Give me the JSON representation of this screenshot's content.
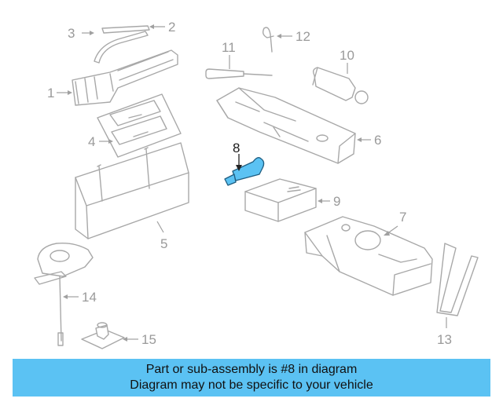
{
  "diagram": {
    "highlight_color": "#5bc2f3",
    "labels": {
      "p1": "1",
      "p2": "2",
      "p3": "3",
      "p4": "4",
      "p5": "5",
      "p6": "6",
      "p7": "7",
      "p8": "8",
      "p9": "9",
      "p10": "10",
      "p11": "11",
      "p12": "12",
      "p13": "13",
      "p14": "14",
      "p15": "15"
    }
  },
  "banner": {
    "line1": "Part or sub-assembly is #8 in diagram",
    "line2": "Diagram may not be specific to your vehicle"
  }
}
